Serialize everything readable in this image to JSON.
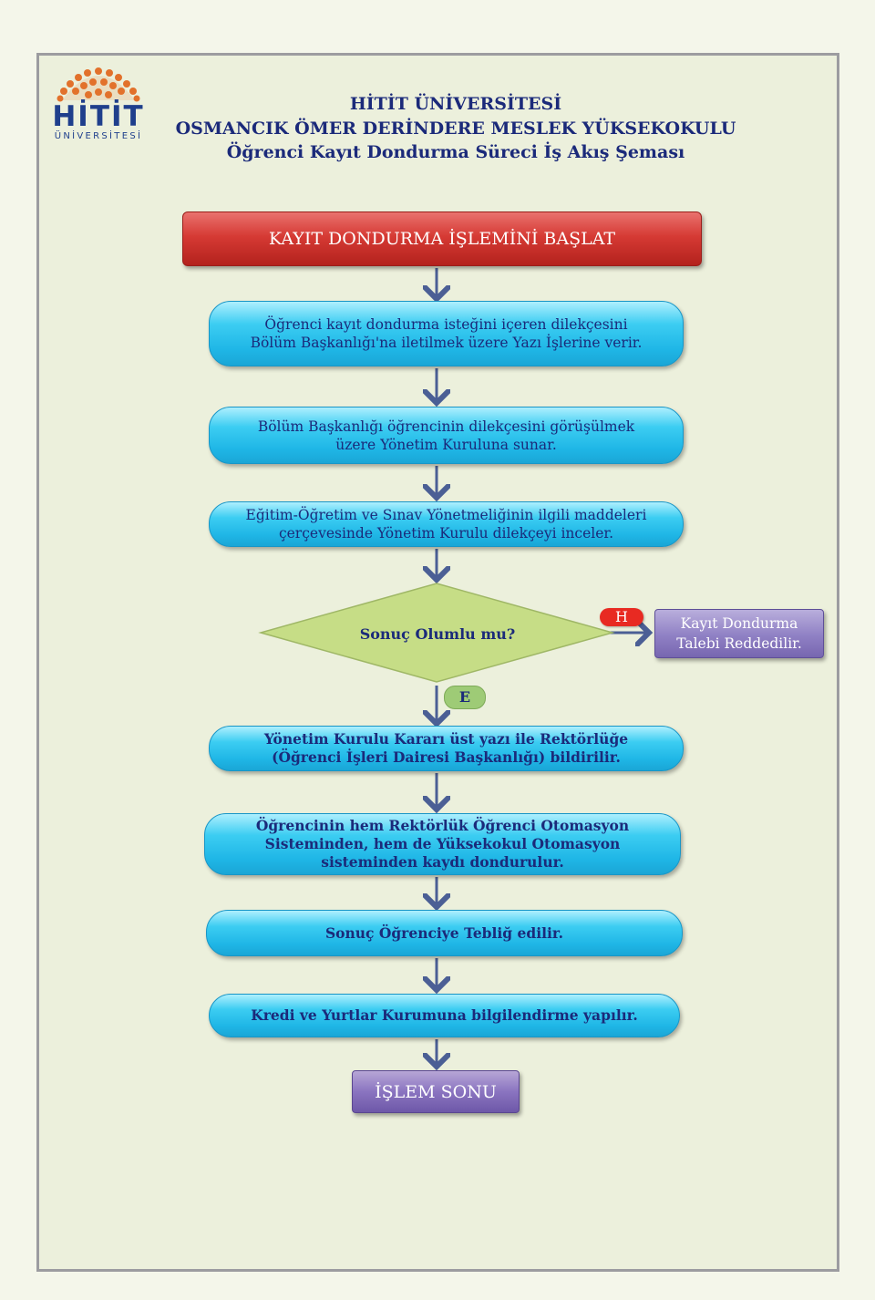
{
  "logo": {
    "word": "HİTİT",
    "sub": "ÜNİVERSİTESİ"
  },
  "header": {
    "line1": "HİTİT ÜNİVERSİTESİ",
    "line2": "OSMANCIK ÖMER DERİNDERE MESLEK YÜKSEKOKULU",
    "line3": "Öğrenci Kayıt Dondurma Süreci İş Akış Şeması"
  },
  "flow": {
    "start": "KAYIT DONDURMA İŞLEMİNİ BAŞLAT",
    "step1": "Öğrenci kayıt dondurma isteğini içeren dilekçesini Bölüm Başkanlığı'na iletilmek üzere Yazı İşlerine verir.",
    "step2": "Bölüm Başkanlığı öğrencinin dilekçesini görüşülmek üzere Yönetim Kuruluna sunar.",
    "step3": "Eğitim-Öğretim ve Sınav Yönetmeliğinin ilgili maddeleri çerçevesinde Yönetim Kurulu dilekçeyi inceler.",
    "decision": "Sonuç Olumlu mu?",
    "no_label": "H",
    "yes_label": "E",
    "rejected": "Kayıt Dondurma Talebi Reddedilir.",
    "step4": "Yönetim Kurulu Kararı üst yazı ile Rektörlüğe (Öğrenci İşleri Dairesi Başkanlığı) bildirilir.",
    "step5": "Öğrencinin hem Rektörlük Öğrenci Otomasyon Sisteminden, hem de Yüksekokul Otomasyon sisteminden kaydı dondurulur.",
    "step6": "Sonuç Öğrenciye Tebliğ edilir.",
    "step7": "Kredi ve Yurtlar Kurumuna bilgilendirme yapılır.",
    "end": "İŞLEM SONU"
  },
  "colors": {
    "start": "#d63a34",
    "process": "#3ccdf2",
    "decision": "#c6dd86",
    "end": "#8a74c0",
    "no_badge": "#e82a22",
    "yes_badge": "#9ecb76",
    "arrow": "#4b5f95"
  }
}
